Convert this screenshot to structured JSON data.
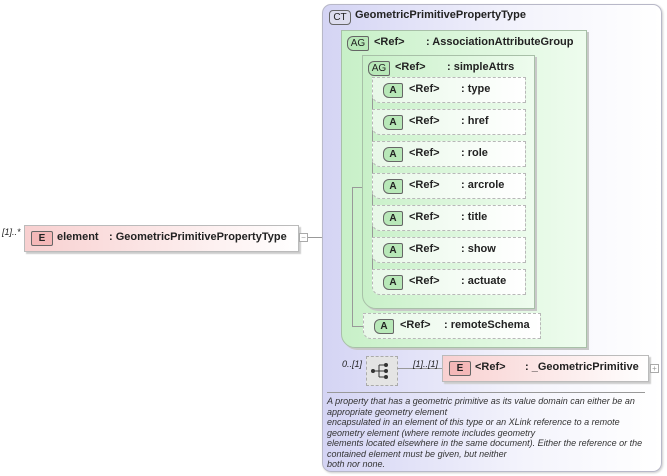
{
  "root_element": {
    "cardinality": "[1]..*",
    "badge": "E",
    "name": "element",
    "type": ": GeometricPrimitivePropertyType",
    "toggle": "−"
  },
  "complex_type": {
    "badge": "CT",
    "name": "GeometricPrimitivePropertyType"
  },
  "attribute_group_outer": {
    "badge": "AG",
    "ref": "<Ref>",
    "name": ": AssociationAttributeGroup"
  },
  "attribute_group_inner": {
    "badge": "AG",
    "ref": "<Ref>",
    "name": ": simpleAttrs"
  },
  "attributes": [
    {
      "badge": "A",
      "ref": "<Ref>",
      "name": ": type"
    },
    {
      "badge": "A",
      "ref": "<Ref>",
      "name": ": href"
    },
    {
      "badge": "A",
      "ref": "<Ref>",
      "name": ": role"
    },
    {
      "badge": "A",
      "ref": "<Ref>",
      "name": ": arcrole"
    },
    {
      "badge": "A",
      "ref": "<Ref>",
      "name": ": title"
    },
    {
      "badge": "A",
      "ref": "<Ref>",
      "name": ": show"
    },
    {
      "badge": "A",
      "ref": "<Ref>",
      "name": ": actuate"
    }
  ],
  "remote_schema": {
    "badge": "A",
    "ref": "<Ref>",
    "name": ": remoteSchema"
  },
  "sequence": {
    "cardinality": "0..[1]",
    "icon": "sequence-icon"
  },
  "child_element": {
    "cardinality": "[1]..[1]",
    "badge": "E",
    "ref": "<Ref>",
    "name": ": _GeometricPrimitive",
    "toggle": "+"
  },
  "documentation": "A property that has a geometric primitive as its value domain can either be an appropriate geometry element\nencapsulated in an element of this type or an XLink reference to a remote geometry element (where remote includes geometry\nelements located elsewhere in the same document). Either the reference or the contained element must be given, but neither\nboth nor none."
}
